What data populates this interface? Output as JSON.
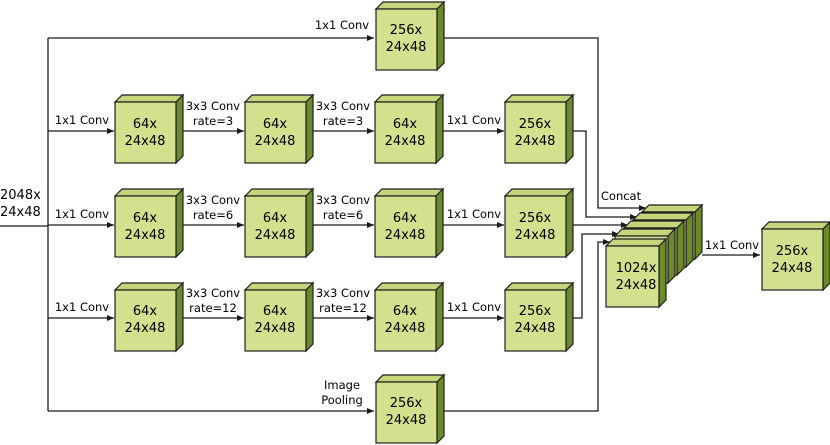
{
  "input": {
    "line1": "2048x",
    "line2": "24x48"
  },
  "branches": {
    "conv1x1": {
      "label": "1x1 Conv",
      "box": {
        "line1": "256x",
        "line2": "24x48"
      }
    },
    "atrous": [
      {
        "conv_in_label": "1x1 Conv",
        "box1": {
          "line1": "64x",
          "line2": "24x48"
        },
        "conv_a_label": {
          "line1": "3x3 Conv",
          "line2": "rate=3"
        },
        "box2": {
          "line1": "64x",
          "line2": "24x48"
        },
        "conv_b_label": {
          "line1": "3x3 Conv",
          "line2": "rate=3"
        },
        "box3": {
          "line1": "64x",
          "line2": "24x48"
        },
        "conv_out_label": "1x1 Conv",
        "box4": {
          "line1": "256x",
          "line2": "24x48"
        }
      },
      {
        "conv_in_label": "1x1 Conv",
        "box1": {
          "line1": "64x",
          "line2": "24x48"
        },
        "conv_a_label": {
          "line1": "3x3 Conv",
          "line2": "rate=6"
        },
        "box2": {
          "line1": "64x",
          "line2": "24x48"
        },
        "conv_b_label": {
          "line1": "3x3 Conv",
          "line2": "rate=6"
        },
        "box3": {
          "line1": "64x",
          "line2": "24x48"
        },
        "conv_out_label": "1x1 Conv",
        "box4": {
          "line1": "256x",
          "line2": "24x48"
        }
      },
      {
        "conv_in_label": "1x1 Conv",
        "box1": {
          "line1": "64x",
          "line2": "24x48"
        },
        "conv_a_label": {
          "line1": "3x3 Conv",
          "line2": "rate=12"
        },
        "box2": {
          "line1": "64x",
          "line2": "24x48"
        },
        "conv_b_label": {
          "line1": "3x3 Conv",
          "line2": "rate=12"
        },
        "box3": {
          "line1": "64x",
          "line2": "24x48"
        },
        "conv_out_label": "1x1 Conv",
        "box4": {
          "line1": "256x",
          "line2": "24x48"
        }
      }
    ],
    "pooling": {
      "label": {
        "line1": "Image",
        "line2": "Pooling"
      },
      "box": {
        "line1": "256x",
        "line2": "24x48"
      }
    }
  },
  "concat": {
    "label": "Concat",
    "box": {
      "line1": "1024x",
      "line2": "24x48"
    }
  },
  "final": {
    "label": "1x1 Conv",
    "box": {
      "line1": "256x",
      "line2": "24x48"
    }
  }
}
